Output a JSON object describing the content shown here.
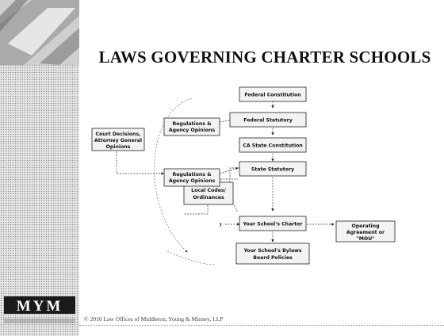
{
  "slide": {
    "title": "LAWS GOVERNING CHARTER SCHOOLS",
    "footer": "© 2010 Law Offices of Middleton, Young & Minney, LLP",
    "logo_text": "MYM"
  },
  "diagram": {
    "nodes": {
      "federal_constitution": "Federal Constitution",
      "federal_statutory": "Federal Statutory",
      "ca_state_constitution": "CA State Constitution",
      "state_statutory": "State Statutory",
      "local_codes": [
        "Local Codes/",
        "Ordinances"
      ],
      "your_schools_charter": "Your School's Charter",
      "bylaws_board_policies": [
        "Your School's Bylaws",
        "Board Policies"
      ],
      "court_decisions": [
        "Court Decisions,",
        "Attorney General",
        "Opinions"
      ],
      "regulations_1": [
        "Regulations &",
        "Agency Opinions"
      ],
      "regulations_2": [
        "Regulations &",
        "Agency Opinions"
      ],
      "operating_agreement": [
        "Operating",
        "Agreement or",
        "\"MOU\""
      ]
    },
    "question_mark": "?"
  }
}
